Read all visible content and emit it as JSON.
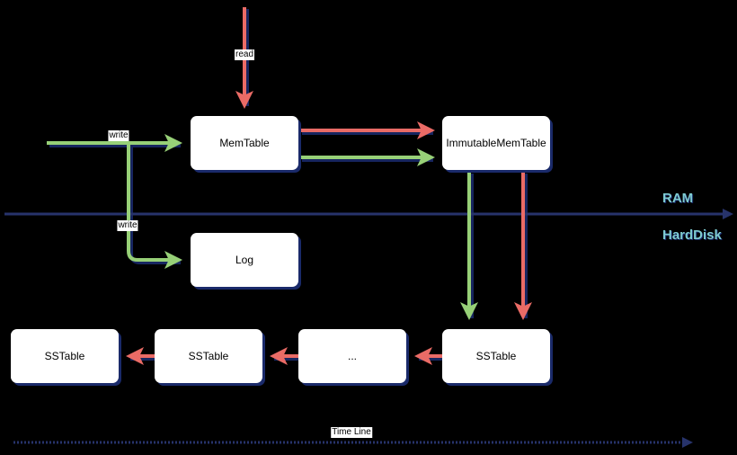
{
  "colors": {
    "read": "#ea6b66",
    "write": "#97d077",
    "divider": "#27336b",
    "shadow": "#1a2a6a",
    "zone_label": "#7ecbd0"
  },
  "nodes": {
    "memtable": "MemTable",
    "immutable_memtable": "ImmutableMemTable",
    "log": "Log",
    "sstable_1": "SSTable",
    "ellipsis": "...",
    "sstable_2": "SSTable",
    "sstable_3": "SSTable"
  },
  "edge_labels": {
    "read": "read",
    "write_memtable": "write",
    "write_log": "write"
  },
  "zones": {
    "ram": "RAM",
    "harddisk": "HardDisk"
  },
  "timeline_label": "Time Line"
}
